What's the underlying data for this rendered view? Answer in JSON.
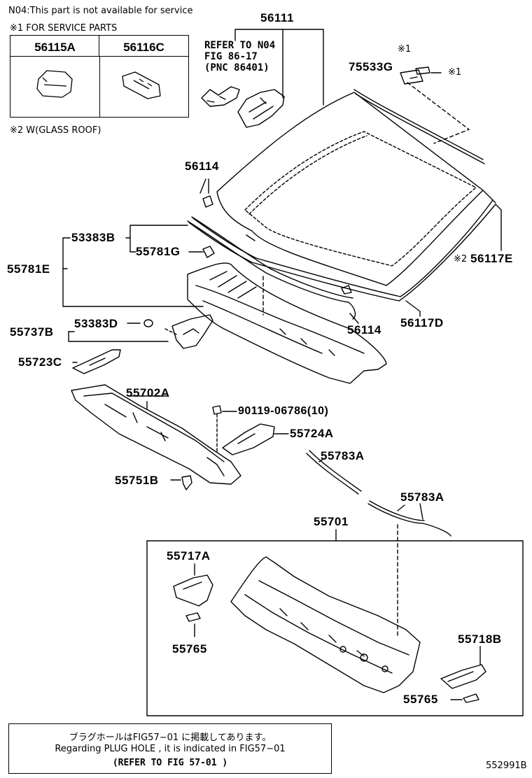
{
  "header": {
    "note_n04": "N04:This part is not available for service",
    "note_service": "※1 FOR SERVICE PARTS",
    "note_glass_roof": "※2 W(GLASS ROOF)"
  },
  "service_parts": [
    "56115A",
    "56116C"
  ],
  "refer": {
    "part": "56111",
    "line1": "REFER TO N04",
    "line2": "FIG 86-17",
    "line3": "(PNC 86401)"
  },
  "labels": {
    "p75533G": "75533G",
    "mark1a": "※1",
    "mark1b": "※1",
    "p56114_top": "56114",
    "p53383B": "53383B",
    "p55781G": "55781G",
    "p55781E": "55781E",
    "p56117E": "56117E",
    "mark2": "※2",
    "p56114_bot": "56114",
    "p56117D": "56117D",
    "p53383D": "53383D",
    "p55737B": "55737B",
    "p55723C": "55723C",
    "p55702A": "55702A",
    "p90119": "90119-06786(10)",
    "p55724A": "55724A",
    "p55751B": "55751B",
    "p55783A_1": "55783A",
    "p55783A_2": "55783A",
    "p55701": "55701",
    "p55717A": "55717A",
    "p55765_1": "55765",
    "p55718B": "55718B",
    "p55765_2": "55765"
  },
  "footer": {
    "jp": "ブラグホールはFIG57−01 に掲載してあります。",
    "en": "Regarding PLUG HOLE , it is indicated in FIG57−01",
    "ref": "(REFER TO FIG 57-01 )"
  },
  "figure_id": "552991B"
}
